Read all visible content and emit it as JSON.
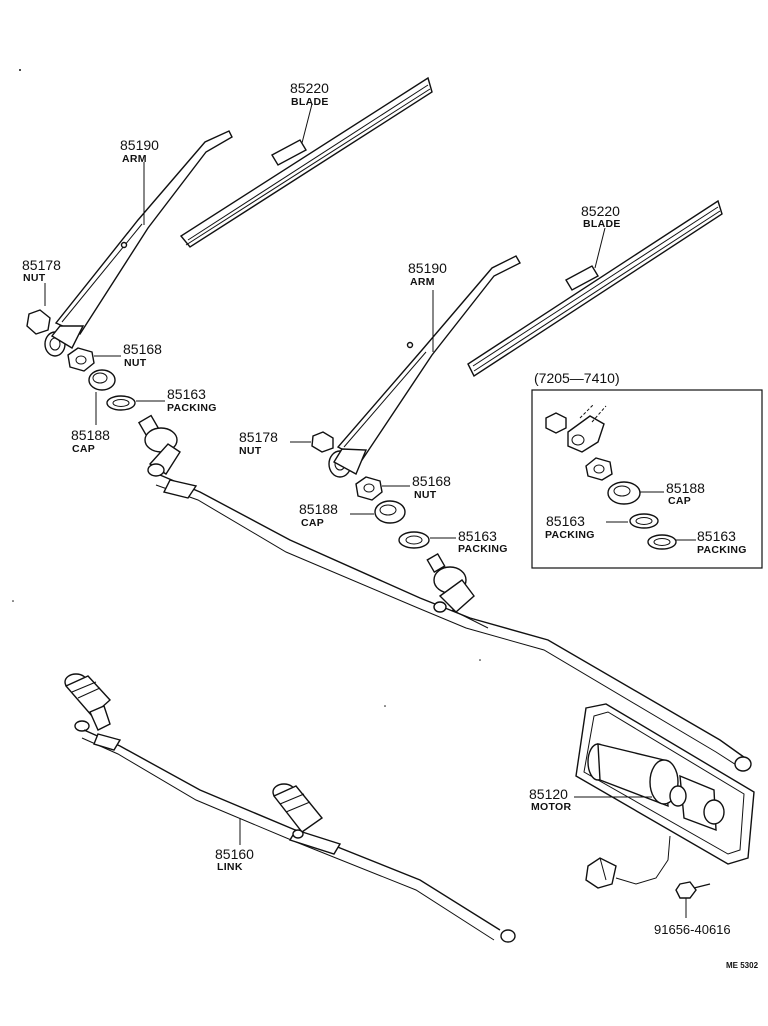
{
  "labels": {
    "blade_l": {
      "num": "85220",
      "name": "BLADE"
    },
    "arm_l": {
      "num": "85190",
      "name": "ARM"
    },
    "nut_l_top": {
      "num": "85178",
      "name": "NUT"
    },
    "nut_l_mid": {
      "num": "85168",
      "name": "NUT"
    },
    "packing_l": {
      "num": "85163",
      "name": "PACKING"
    },
    "cap_l": {
      "num": "85188",
      "name": "CAP"
    },
    "blade_r": {
      "num": "85220",
      "name": "BLADE"
    },
    "arm_r": {
      "num": "85190",
      "name": "ARM"
    },
    "nut_r_top": {
      "num": "85178",
      "name": "NUT"
    },
    "nut_r_mid": {
      "num": "85168",
      "name": "NUT"
    },
    "cap_r": {
      "num": "85188",
      "name": "CAP"
    },
    "packing_r": {
      "num": "85163",
      "name": "PACKING"
    },
    "inset_cap": {
      "num": "85188",
      "name": "CAP"
    },
    "inset_pack_l": {
      "num": "85163",
      "name": "PACKING"
    },
    "inset_pack_r": {
      "num": "85163",
      "name": "PACKING"
    },
    "motor": {
      "num": "85120",
      "name": "MOTOR"
    },
    "link": {
      "num": "85160",
      "name": "LINK"
    },
    "bolt": {
      "num": "91656-40616"
    }
  },
  "inset_title": "(7205—7410)",
  "reference_code": "ME 5302"
}
